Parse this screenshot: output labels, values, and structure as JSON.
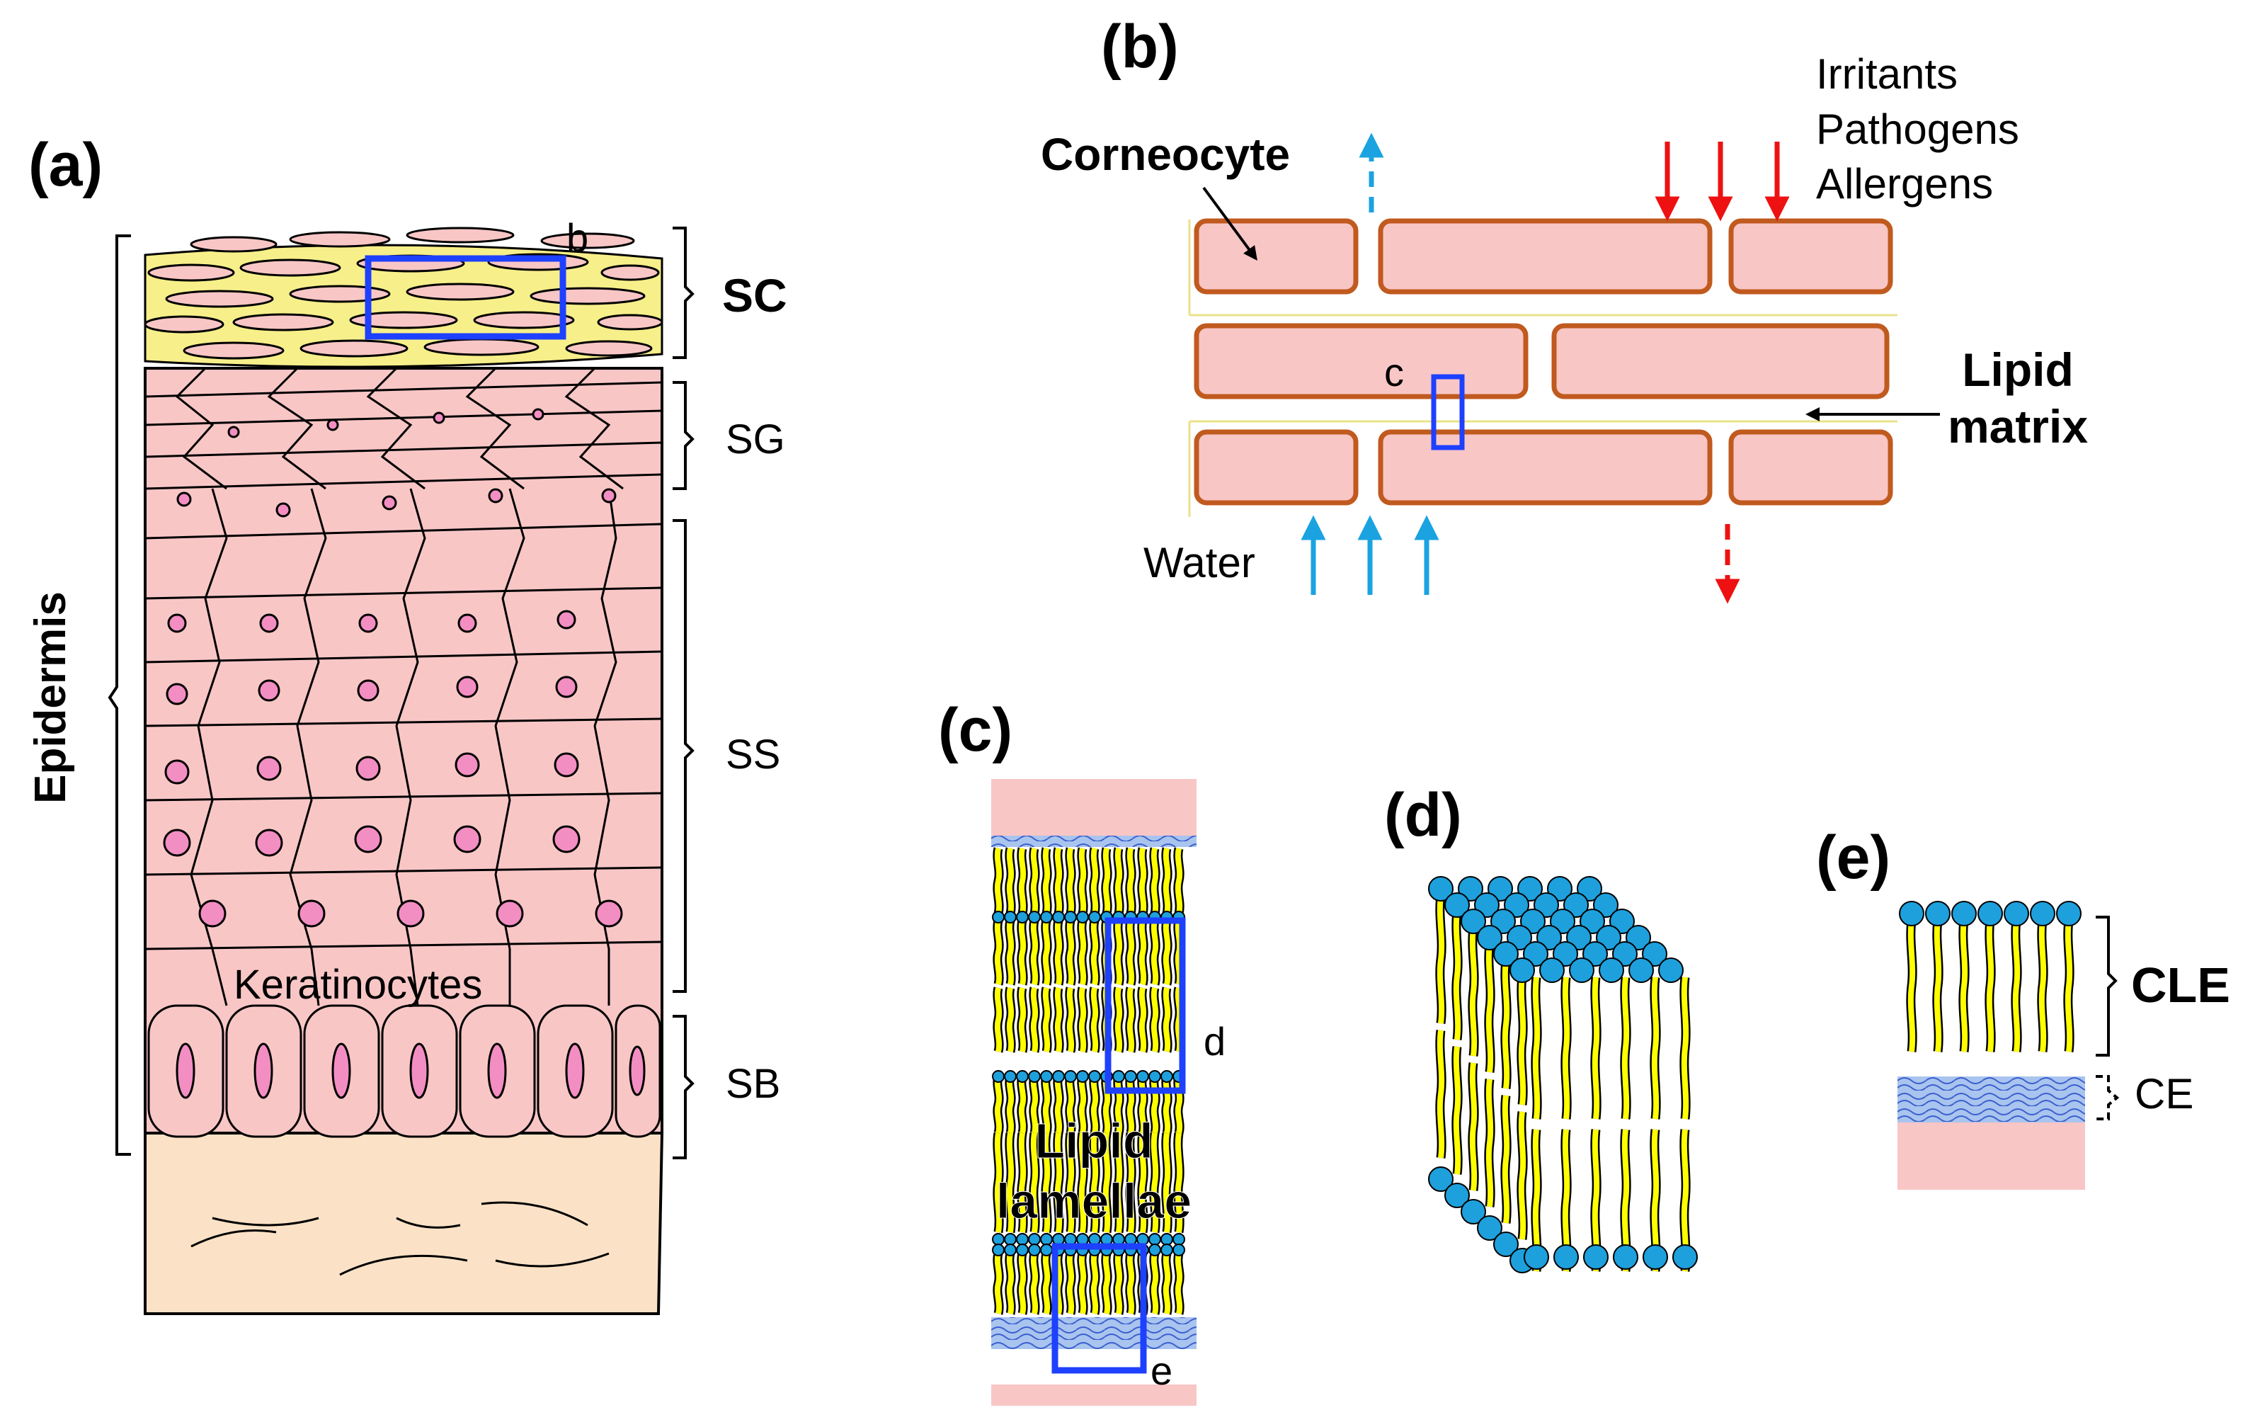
{
  "panels": {
    "a": "(a)",
    "b": "(b)",
    "c": "(c)",
    "d": "(d)",
    "e": "(e)"
  },
  "panel_a": {
    "side_label": "Epidermis",
    "layers": [
      "SC",
      "SG",
      "SS",
      "SB"
    ],
    "cell_label": "Keratinocytes",
    "inset_marker": "b"
  },
  "panel_b": {
    "corneocyte_label": "Corneocyte",
    "threats": [
      "Irritants",
      "Pathogens",
      "Allergens"
    ],
    "water_label": "Water",
    "lipid_label_line1": "Lipid",
    "lipid_label_line2": "matrix",
    "inset_marker": "c"
  },
  "panel_c": {
    "label_line1": "Lipid",
    "label_line2": "lamellae",
    "inset_marker_d": "d",
    "inset_marker_e": "e"
  },
  "panel_e": {
    "cle_label": "CLE",
    "ce_label": "CE"
  },
  "colors": {
    "cell_fill": "#f9c6c6",
    "brick_stroke": "#c05a1e",
    "lipid_yellow": "#ffff00",
    "sc_yellow": "#f7ef8a",
    "head_blue": "#1ea0dc",
    "inset_box_blue": "#1e40ff",
    "dermis_fill": "#fbe2c6",
    "arrow_red": "#ee1111",
    "arrow_blue": "#1aa3e0"
  }
}
